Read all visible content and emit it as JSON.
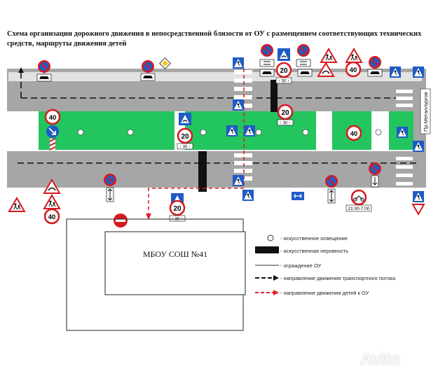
{
  "title": "Схема организации дорожного движения в непосредственной близости от ОУ с размещением соответствующих технических средств, маршруты движения детей",
  "street_name": "Пр.Металлургов",
  "school_name": "МБОУ СОШ №41",
  "signs": {
    "speed_limit_40": "40",
    "speed_limit_20": "20",
    "distance_plate": "↑ 30 ↑",
    "time_plate": "21:00-7:00"
  },
  "legend": {
    "lighting": "- искусственное освещение",
    "speed_bump": "- искусственная неровность",
    "fence": "- ограждение ОУ",
    "traffic_direction": "- направление движения транспортного потока",
    "children_route": "- направление движения детей к ОУ"
  },
  "colors": {
    "road": "#a6a6a6",
    "lawn": "#22c55e",
    "sign_red": "#d71920",
    "sign_blue": "#1e5bc6",
    "route_red": "#e0202a"
  },
  "watermark": "Avito"
}
